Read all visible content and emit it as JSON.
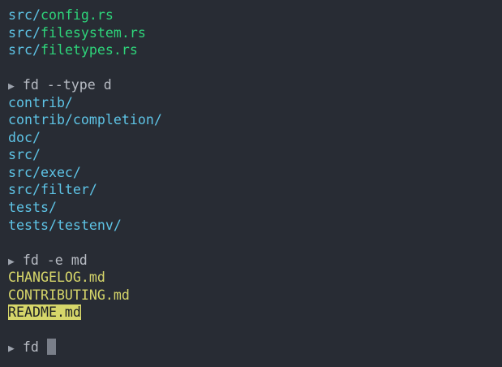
{
  "colors": {
    "background": "#282c34",
    "directory": "#5ec4e6",
    "rust_file": "#2ed47a",
    "markdown_file": "#d6d66a",
    "highlight_bg": "#d6d66a",
    "prompt": "#b8bcc4",
    "cursor": "#7a7f89"
  },
  "terminal": {
    "block1": {
      "lines": [
        {
          "dir": "src/",
          "file": "config.rs"
        },
        {
          "dir": "src/",
          "file": "filesystem.rs"
        },
        {
          "dir": "src/",
          "file": "filetypes.rs"
        }
      ]
    },
    "block2": {
      "prompt_icon": "▶",
      "command": "fd --type d",
      "lines": [
        "contrib/",
        "contrib/completion/",
        "doc/",
        "src/",
        "src/exec/",
        "src/filter/",
        "tests/",
        "tests/testenv/"
      ]
    },
    "block3": {
      "prompt_icon": "▶",
      "command": "fd -e md",
      "lines": [
        "CHANGELOG.md",
        "CONTRIBUTING.md",
        "README.md"
      ],
      "highlighted_index": 2
    },
    "block4": {
      "prompt_icon": "▶",
      "command": "fd "
    }
  }
}
